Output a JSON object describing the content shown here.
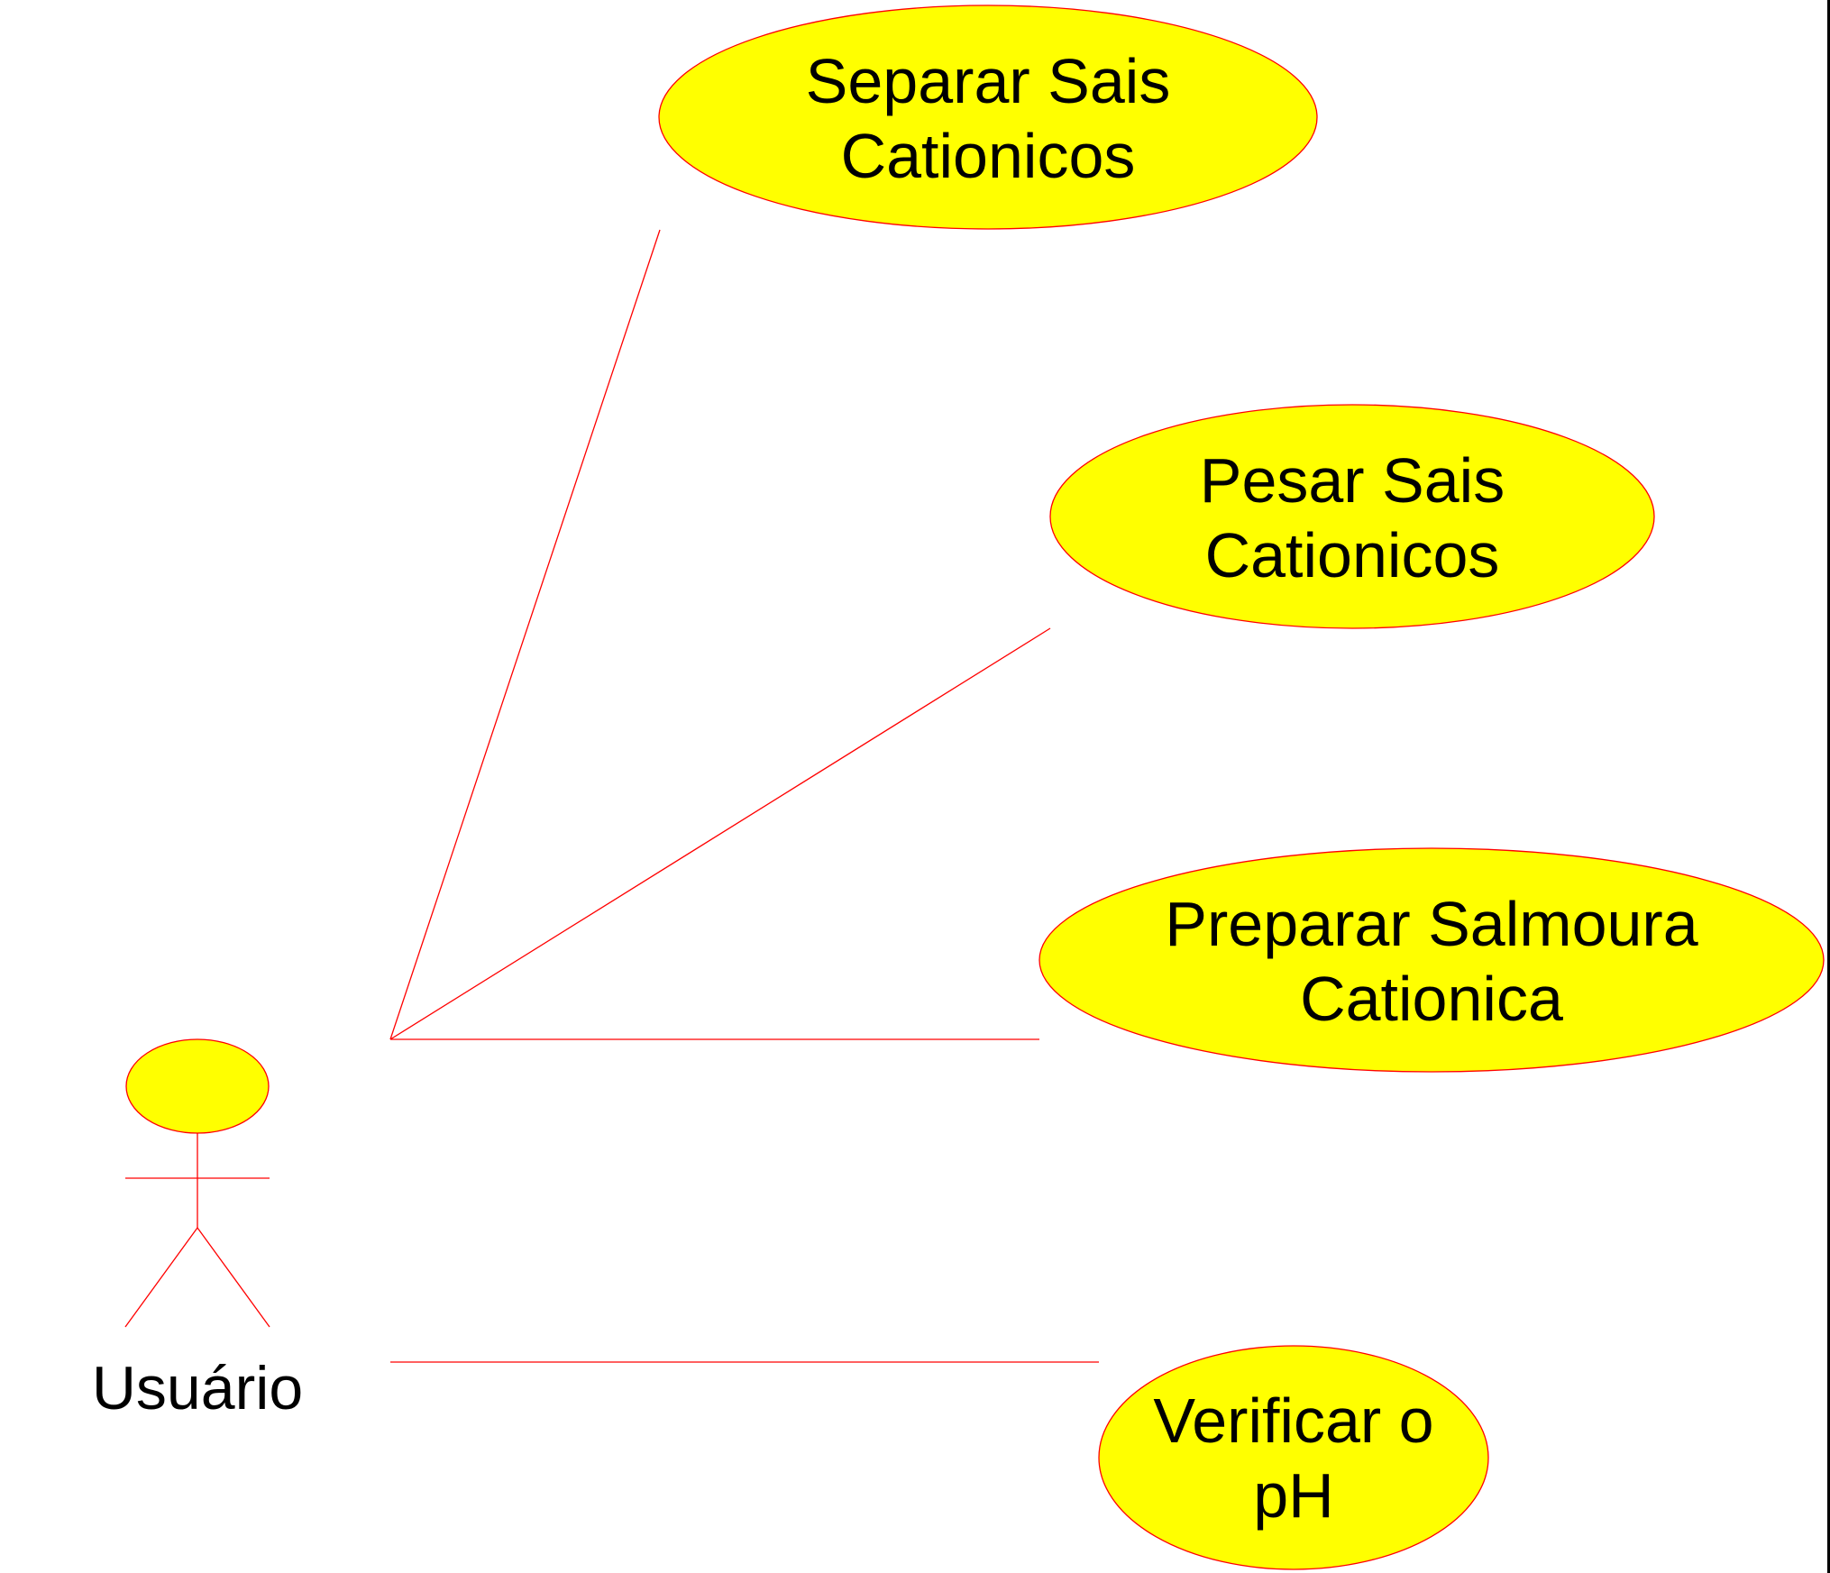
{
  "colors": {
    "fill": "#FFFF00",
    "stroke": "#FF0000",
    "text": "#000000",
    "background": "#FFFFFF"
  },
  "actor": {
    "label": "Usuário"
  },
  "use_cases": [
    {
      "id": "separar",
      "lines": [
        "Separar Sais",
        "Cationicos"
      ]
    },
    {
      "id": "pesar",
      "lines": [
        "Pesar Sais",
        "Cationicos"
      ]
    },
    {
      "id": "preparar",
      "lines": [
        "Preparar Salmoura",
        "Cationica"
      ]
    },
    {
      "id": "verificar",
      "lines": [
        "Verificar o",
        "pH"
      ]
    }
  ]
}
